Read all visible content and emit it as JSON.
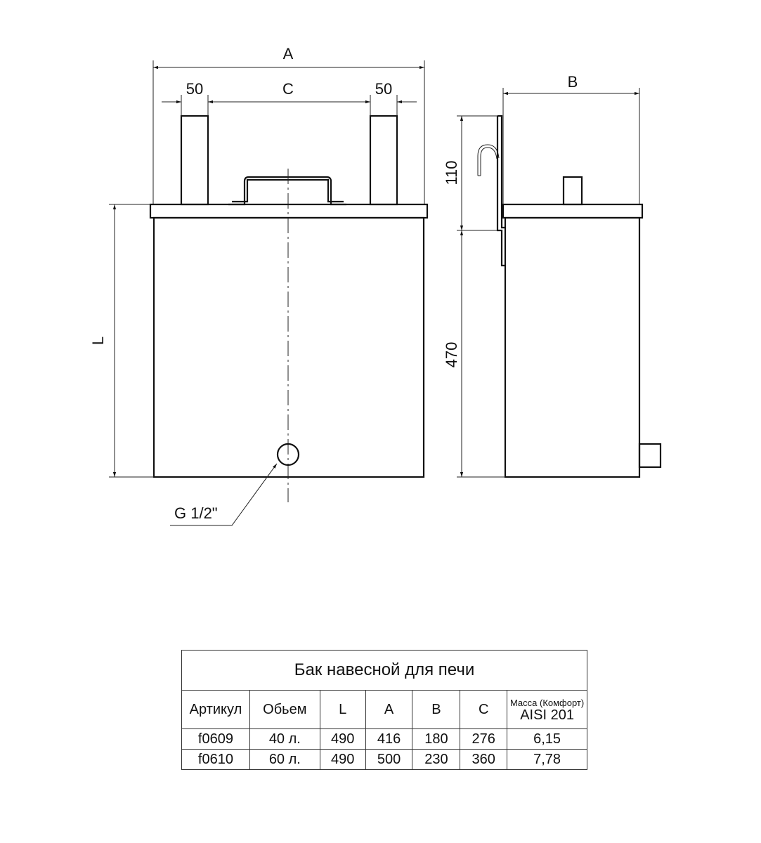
{
  "drawing": {
    "front": {
      "dim_a": "A",
      "dim_c": "C",
      "dim_left_50": "50",
      "dim_right_50": "50",
      "dim_l": "L",
      "fitting": "G 1/2\""
    },
    "side": {
      "dim_b": "B",
      "dim_110": "110",
      "dim_470": "470"
    }
  },
  "table": {
    "title": "Бак навесной для печи",
    "headers": [
      "Артикул",
      "Обьем",
      "L",
      "A",
      "B",
      "C"
    ],
    "mass_header_line1": "Масса (Комфорт)",
    "mass_header_line2": "AISI 201",
    "rows": [
      [
        "f0609",
        "40 л.",
        "490",
        "416",
        "180",
        "276",
        "6,15"
      ],
      [
        "f0610",
        "60 л.",
        "490",
        "500",
        "230",
        "360",
        "7,78"
      ]
    ]
  }
}
